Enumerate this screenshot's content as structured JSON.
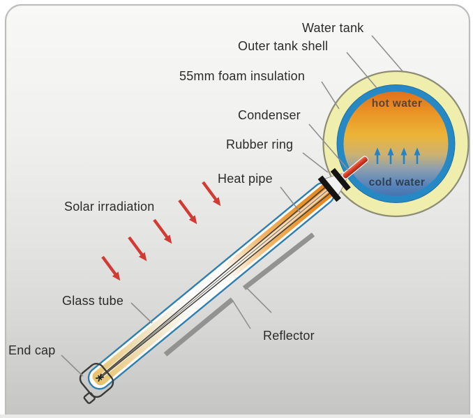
{
  "labels": {
    "water_tank": "Water tank",
    "outer_tank_shell": "Outer tank shell",
    "foam_insulation": "55mm foam insulation",
    "condenser": "Condenser",
    "rubber_ring": "Rubber ring",
    "heat_pipe": "Heat pipe",
    "solar_irradiation": "Solar irradiation",
    "glass_tube": "Glass tube",
    "end_cap": "End cap",
    "reflector": "Reflector"
  },
  "tank": {
    "hot_water": "hot water",
    "cold_water": "cold water"
  },
  "colors": {
    "solar_arrow": "#d23b33",
    "convection_arrow": "#2483c6",
    "tank_insulation_ring": "#f0eead",
    "tank_blue_ring": "#2789c4",
    "hot_water_top": "#e1701c",
    "cold_water_bottom": "#4a79b4",
    "glass_tube_edge": "#2e7fae",
    "absorber_orange": "#e8871f",
    "reflector_bar": "#8d8d8d",
    "condenser_red": "#d8402b",
    "leader_line": "#8f8f8f",
    "rubber_ring_black": "#141414"
  }
}
